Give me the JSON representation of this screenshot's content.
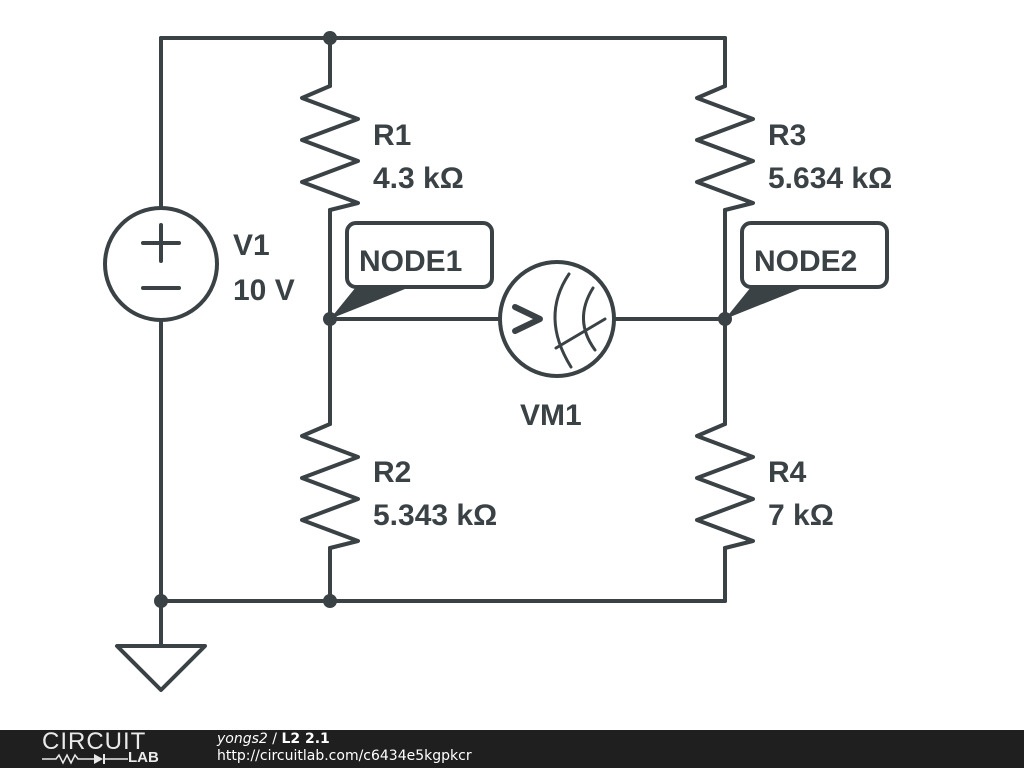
{
  "schematic": {
    "components": {
      "V1": {
        "name": "V1",
        "value": "10 V",
        "plus": "+",
        "minus": "−"
      },
      "R1": {
        "name": "R1",
        "value": "4.3 kΩ"
      },
      "R2": {
        "name": "R2",
        "value": "5.343 kΩ"
      },
      "R3": {
        "name": "R3",
        "value": "5.634 kΩ"
      },
      "R4": {
        "name": "R4",
        "value": "7 kΩ"
      },
      "VM1": {
        "name": "VM1",
        "symbol": ">"
      }
    },
    "node_labels": {
      "node1": "NODE1",
      "node2": "NODE2"
    },
    "colors": {
      "ink": "#3b4245",
      "background": "#ffffff"
    }
  },
  "footer": {
    "logo_top": "CIRCUIT",
    "logo_bottom": "LAB",
    "user": "yongs2",
    "separator": " / ",
    "circuit_title": "L2 2.1",
    "url": "http://circuitlab.com/c6434e5kgpkcr",
    "background": "#1f1f1f"
  }
}
